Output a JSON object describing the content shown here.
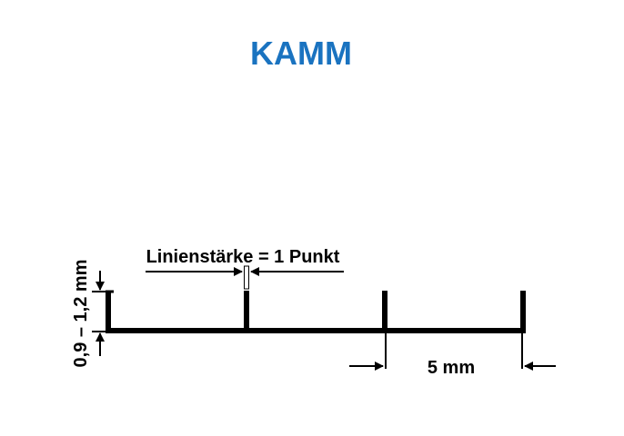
{
  "title": "KAMM",
  "colors": {
    "title": "#1a73c0",
    "line": "#000000"
  },
  "labels": {
    "line_width": "Linienstärke = 1 Punkt",
    "tooth_height": "0,9 – 1,2 mm",
    "tooth_spacing": "5 mm"
  }
}
